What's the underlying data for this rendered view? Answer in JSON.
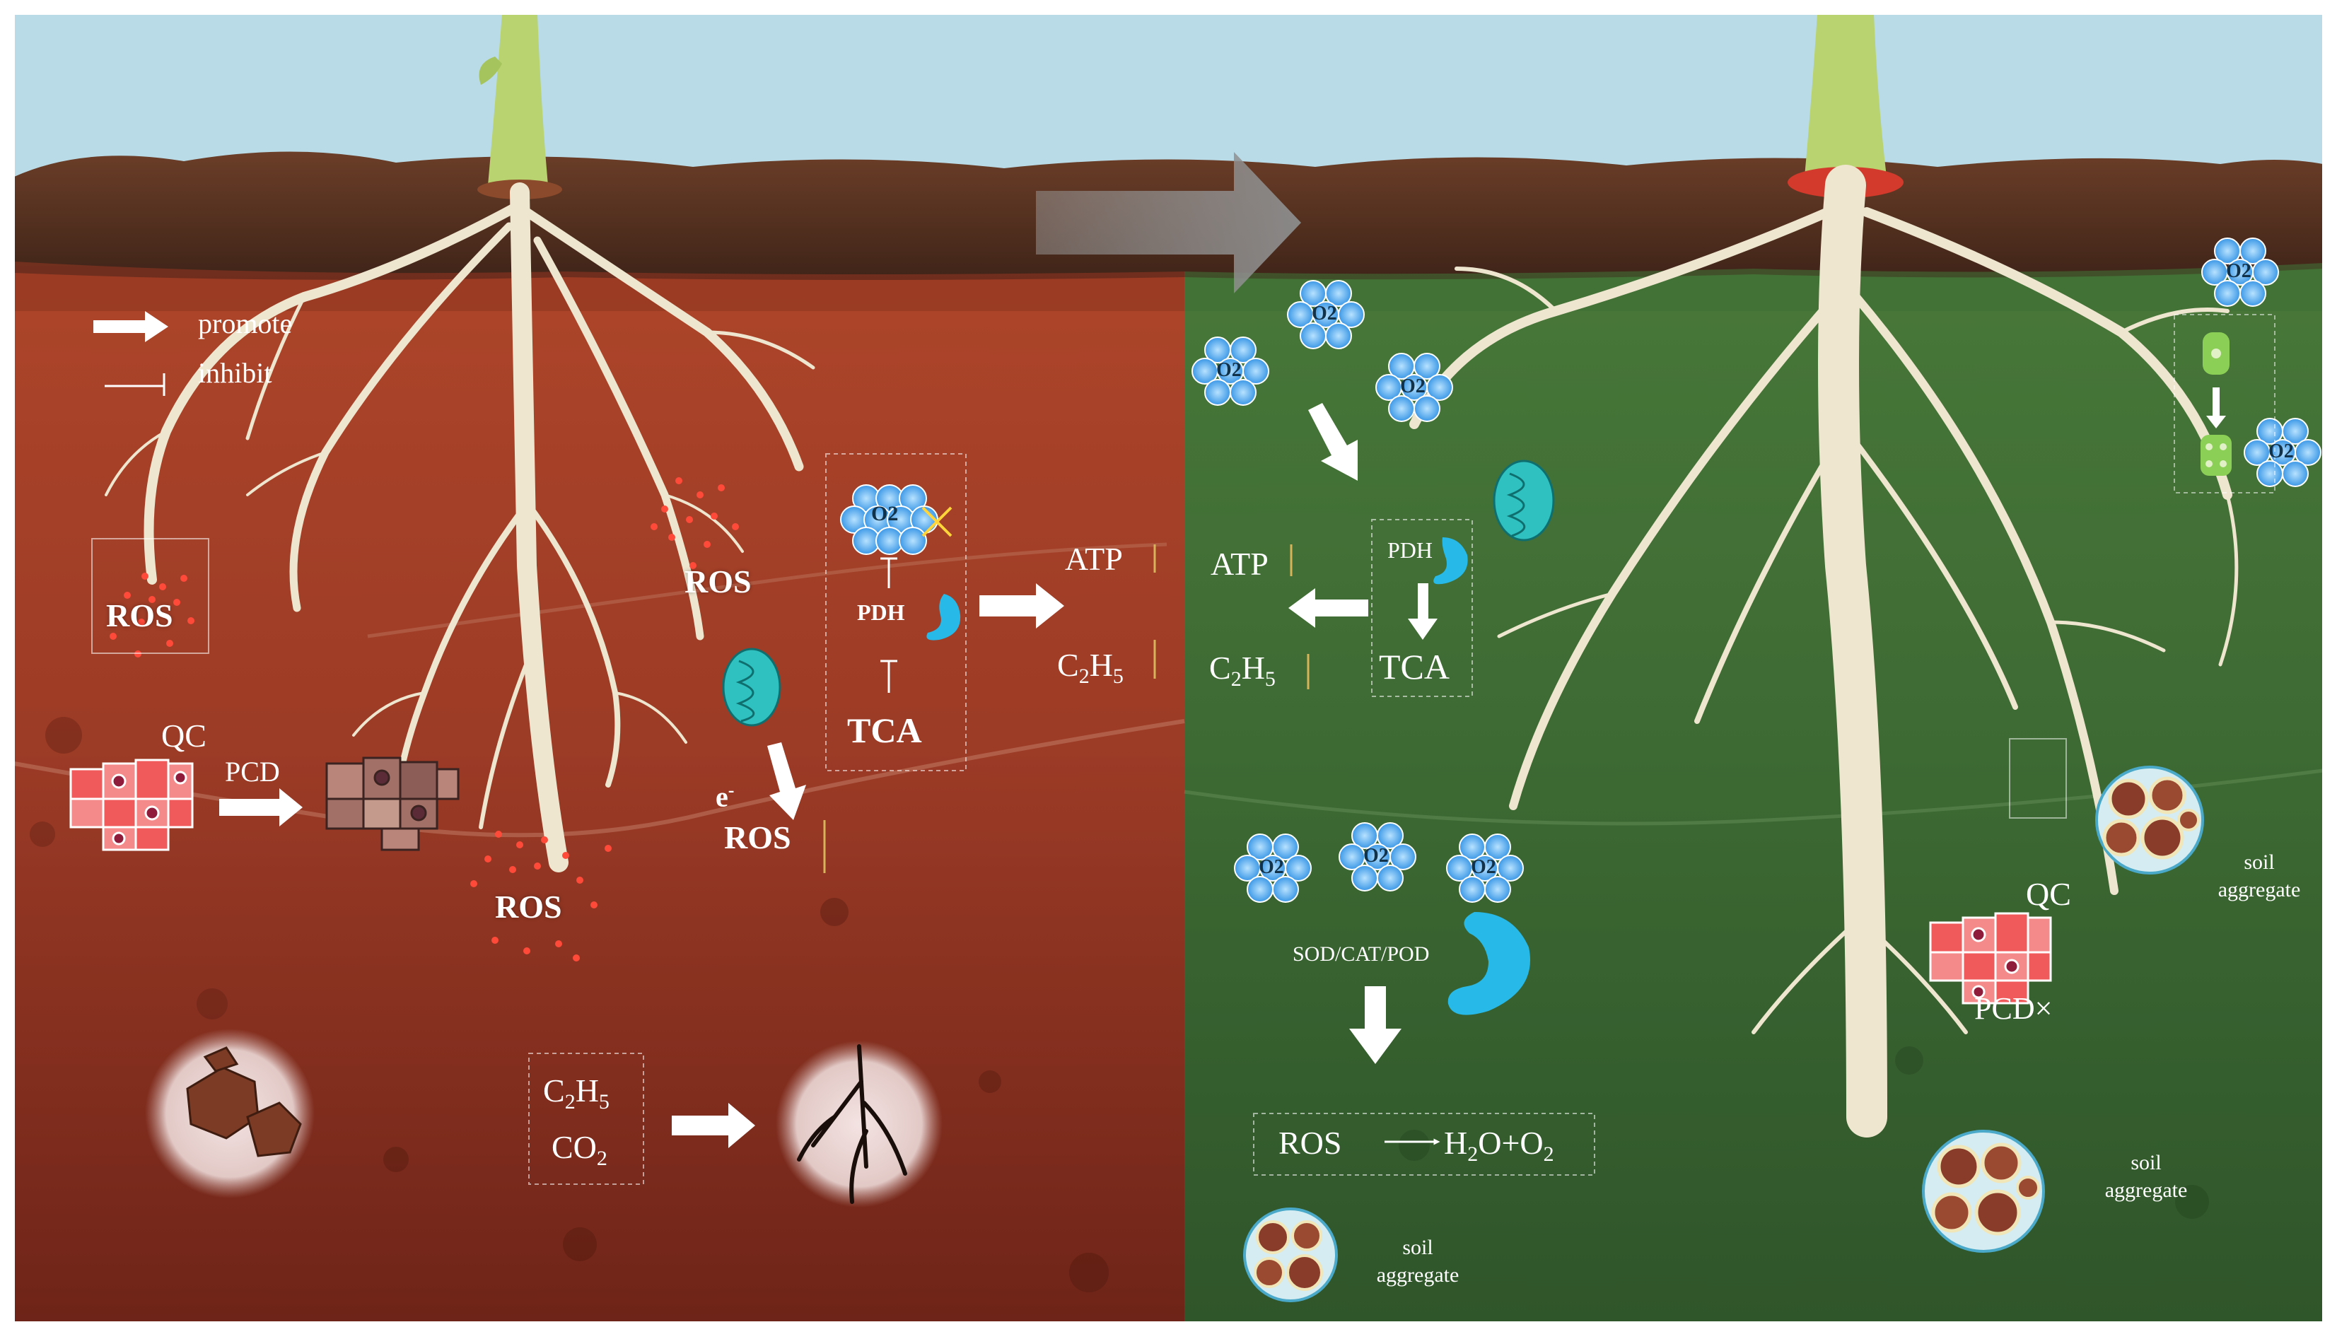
{
  "legend": {
    "promote": "promote",
    "inhibit": "inhibit"
  },
  "left": {
    "ros_box": "ROS",
    "ros_mid": "ROS",
    "ros_bottom": "ROS",
    "qc": "QC",
    "pcd": "PCD",
    "o2": "O2",
    "pdh": "PDH",
    "tca": "TCA",
    "atp": "ATP",
    "c2h5": "C2H5",
    "electron": "e-",
    "ros_mito": "ROS",
    "gas_c2h5": "C2H5",
    "gas_co2": "CO2"
  },
  "right": {
    "o2": "O2",
    "atp": "ATP",
    "pdh": "PDH",
    "c2h5": "C2H5",
    "tca": "TCA",
    "enzymes": "SOD/CAT/POD",
    "ros": "ROS",
    "products": "H2O+O2",
    "qc": "QC",
    "pcd": "PCD×",
    "soil_aggregate": "soil aggregate"
  },
  "colors": {
    "sky": "#b9dbe7",
    "topsoil": "#5a3424",
    "red_soil": "#a3402a",
    "green_soil": "#3e6b33",
    "root": "#efe6d0",
    "ros_dot": "#ff4a3a",
    "o2_molecule": "#4aa8ee",
    "enzyme": "#27b9e8",
    "mitochondrion": "#2fc0c0",
    "indicator_arrow": "#d7b35a",
    "plant_stem": "#b8d36f"
  }
}
